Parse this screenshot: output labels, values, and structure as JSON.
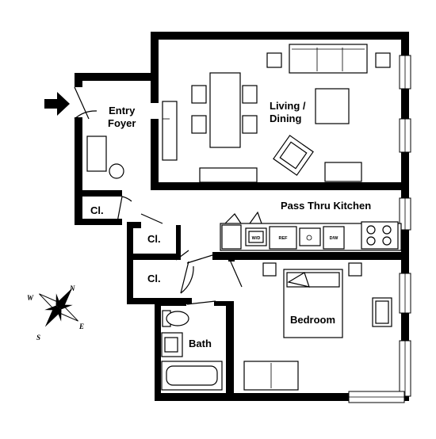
{
  "rooms": {
    "entry_foyer": [
      "Entry",
      "Foyer"
    ],
    "living_dining": [
      "Living /",
      "Dining"
    ],
    "kitchen": "Pass Thru Kitchen",
    "closet_1": "Cl.",
    "closet_2": "Cl.",
    "closet_3": "Cl.",
    "bedroom": "Bedroom",
    "bath": "Bath"
  },
  "appliances": {
    "washer_dryer": "W/D",
    "refrigerator": "REF",
    "dishwasher": "D/W"
  },
  "compass": {
    "n": "N",
    "e": "E",
    "s": "S",
    "w": "W"
  }
}
